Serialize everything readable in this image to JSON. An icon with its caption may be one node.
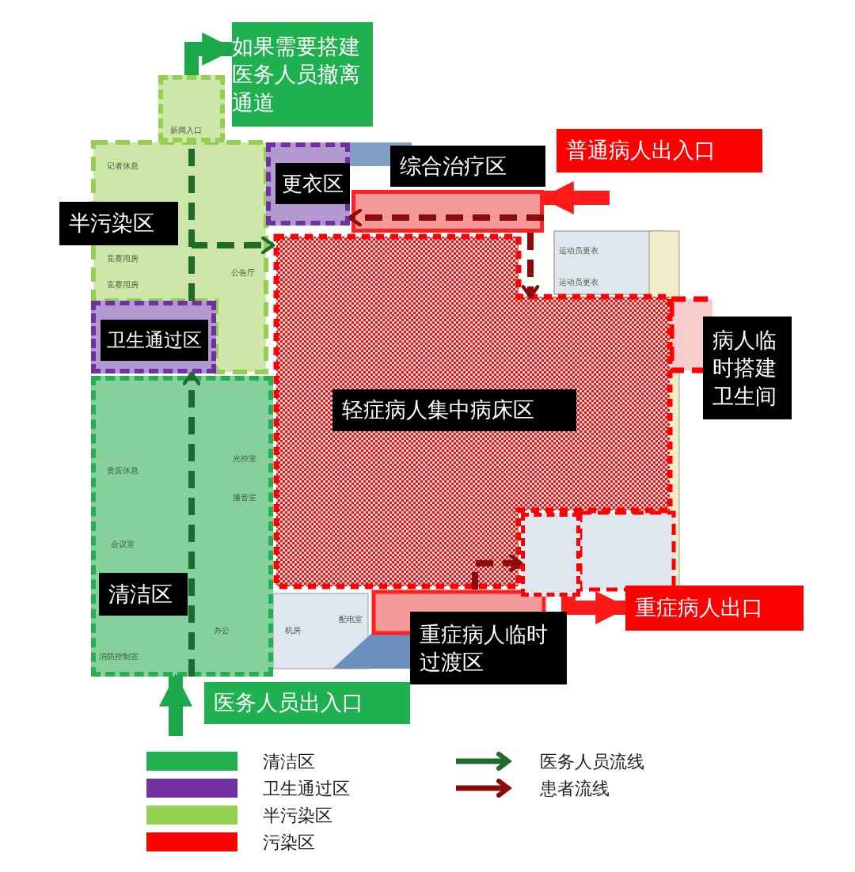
{
  "diagram": {
    "nodes": [
      {
        "text": [],
        "shape": "box"
      },
      {
        "text": [],
        "shape": "box"
      },
      {
        "text": [],
        "shape": "box"
      },
      {
        "text": [],
        "shape": "box"
      },
      {
        "text": [],
        "shape": "box"
      },
      {
        "text": [],
        "shape": "box"
      },
      {
        "text": [],
        "shape": "box"
      },
      {
        "text": [
          "如果需要搭建医务人员撤离通道"
        ]
      },
      {
        "text": [
          "更衣区"
        ],
        "in": 2
      },
      {
        "text": [
          "半污染区"
        ]
      },
      {
        "text": [
          "综合治疗区"
        ]
      },
      {
        "text": [
          "普通病人出入口"
        ]
      },
      {
        "text": [
          "卫生通过区"
        ],
        "in": 1
      },
      {
        "text": [
          "轻症病人集中病床区"
        ],
        "in": 4
      },
      {
        "text": [
          "病人临时搭建卫生间"
        ]
      },
      {
        "text": [
          "重症病人出口"
        ]
      },
      {
        "text": [
          "清洁区"
        ],
        "in": 3
      },
      {
        "text": [
          "重症病人临时过渡区"
        ]
      },
      {
        "text": [
          "医务人员出入口"
        ]
      }
    ],
    "edges": [
      {
        "from": 0,
        "to": 7,
        "arrow": "to",
        "style": "thick",
        "color": "#1aa84a"
      },
      {
        "from": null,
        "to": 3,
        "arrow": "to",
        "style": "thick",
        "color": "#1aa84a"
      },
      {
        "from": 3,
        "to": 1,
        "arrow": "to",
        "style": "dashed",
        "color": "#1f6b2c"
      },
      {
        "from": 1,
        "to": 0,
        "arrow": "none",
        "style": "dashed",
        "color": "#1f6b2c"
      },
      {
        "from": 1,
        "to": 4,
        "arrow": "to",
        "style": "dashed",
        "color": "#1f6b2c"
      },
      {
        "from": null,
        "to": 5,
        "arrow": "to",
        "style": "thick",
        "color": "#ff1a1a"
      },
      {
        "from": 5,
        "to": 2,
        "arrow": "to",
        "style": "dashed",
        "color": "#8b0a0a"
      },
      {
        "from": 5,
        "to": 4,
        "arrow": "to",
        "style": "dashed",
        "color": "#8b0a0a"
      },
      {
        "from": 4,
        "to": 6,
        "arrow": "to",
        "style": "dashed",
        "color": "#8b0a0a"
      },
      {
        "from": 6,
        "to": 15,
        "arrow": "to",
        "style": "thick",
        "color": "#ff1a1a"
      }
    ],
    "labels": [
      "新闻入口",
      "记者休息",
      "竞赛用房",
      "竞赛用房",
      "公告厅",
      "贵宾休息",
      "会议室",
      "光控室",
      "播音室",
      "消防控制室",
      "办公",
      "机房",
      "配电室",
      "运动员更衣",
      "运动员更衣"
    ],
    "legend": [
      {
        "text": "清洁区",
        "color": "#22b14c"
      },
      {
        "text": "卫生通过区",
        "color": "#7030a0"
      },
      {
        "text": "半污染区",
        "color": "#92d050"
      },
      {
        "text": "污染区",
        "color": "#ff0000"
      },
      {
        "text": "医务人员流线"
      },
      {
        "text": "患者流线"
      }
    ]
  }
}
